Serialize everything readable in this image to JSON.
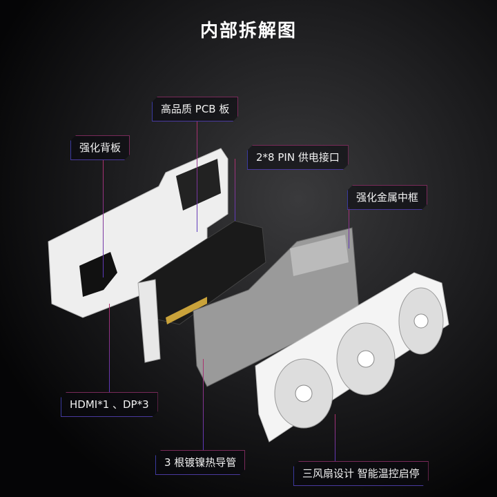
{
  "title": "内部拆解图",
  "labels": {
    "backplate": "强化背板",
    "pcb": "高品质 PCB 板",
    "power": "2*8 PIN 供电接口",
    "frame": "强化金属中框",
    "io": "HDMI*1 、DP*3",
    "heatpipe": "3 根镀镍热导管",
    "fans": "三风扇设计 智能温控启停"
  },
  "colors": {
    "accent_pink": "#b0306a",
    "accent_blue": "#5a3ac0",
    "part_white": "#f2f2f2"
  }
}
